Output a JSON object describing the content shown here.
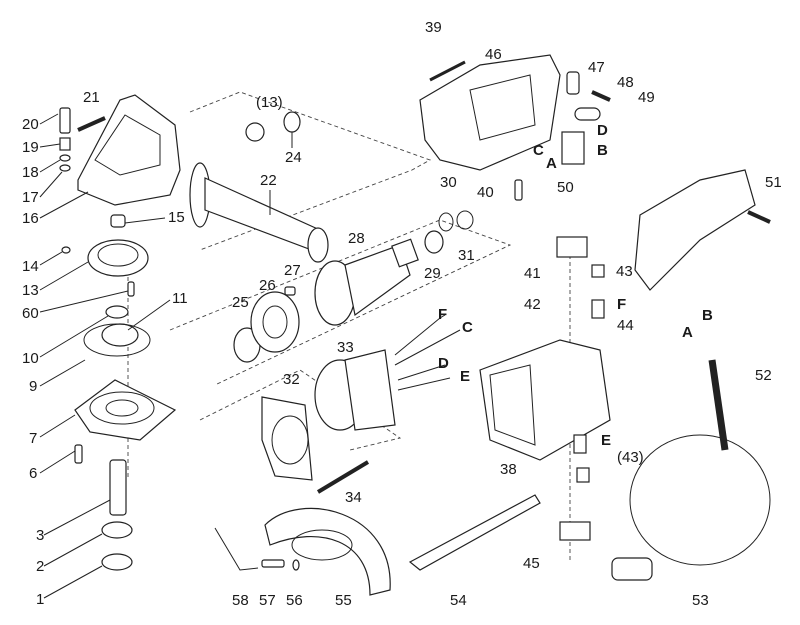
{
  "diagram": {
    "title": "Angle grinder exploded parts diagram",
    "part_labels": [
      {
        "id": "p1",
        "text": "1"
      },
      {
        "id": "p2",
        "text": "2"
      },
      {
        "id": "p3",
        "text": "3"
      },
      {
        "id": "p6",
        "text": "6"
      },
      {
        "id": "p7",
        "text": "7"
      },
      {
        "id": "p9",
        "text": "9"
      },
      {
        "id": "p10",
        "text": "10"
      },
      {
        "id": "p11",
        "text": "11"
      },
      {
        "id": "p60",
        "text": "60"
      },
      {
        "id": "p13",
        "text": "13"
      },
      {
        "id": "p14",
        "text": "14"
      },
      {
        "id": "p15",
        "text": "15"
      },
      {
        "id": "p16",
        "text": "16"
      },
      {
        "id": "p17",
        "text": "17"
      },
      {
        "id": "p18",
        "text": "18"
      },
      {
        "id": "p19",
        "text": "19"
      },
      {
        "id": "p20",
        "text": "20"
      },
      {
        "id": "p21",
        "text": "21"
      },
      {
        "id": "p13b",
        "text": "(13)"
      },
      {
        "id": "p22",
        "text": "22"
      },
      {
        "id": "p24",
        "text": "24"
      },
      {
        "id": "p25",
        "text": "25"
      },
      {
        "id": "p26",
        "text": "26"
      },
      {
        "id": "p27",
        "text": "27"
      },
      {
        "id": "p28",
        "text": "28"
      },
      {
        "id": "p29",
        "text": "29"
      },
      {
        "id": "p30",
        "text": "30"
      },
      {
        "id": "p31",
        "text": "31"
      },
      {
        "id": "p32",
        "text": "32"
      },
      {
        "id": "p33",
        "text": "33"
      },
      {
        "id": "p34",
        "text": "34"
      },
      {
        "id": "p38",
        "text": "38"
      },
      {
        "id": "p39",
        "text": "39"
      },
      {
        "id": "p40",
        "text": "40"
      },
      {
        "id": "p41",
        "text": "41"
      },
      {
        "id": "p42",
        "text": "42"
      },
      {
        "id": "p43",
        "text": "43"
      },
      {
        "id": "p43b",
        "text": "(43)"
      },
      {
        "id": "p44",
        "text": "44"
      },
      {
        "id": "p45",
        "text": "45"
      },
      {
        "id": "p46",
        "text": "46"
      },
      {
        "id": "p47",
        "text": "47"
      },
      {
        "id": "p48",
        "text": "48"
      },
      {
        "id": "p49",
        "text": "49"
      },
      {
        "id": "p50",
        "text": "50"
      },
      {
        "id": "p51",
        "text": "51"
      },
      {
        "id": "p52",
        "text": "52"
      },
      {
        "id": "p53",
        "text": "53"
      },
      {
        "id": "p54",
        "text": "54"
      },
      {
        "id": "p55",
        "text": "55"
      },
      {
        "id": "p56",
        "text": "56"
      },
      {
        "id": "p57",
        "text": "57"
      },
      {
        "id": "p58",
        "text": "58"
      }
    ],
    "wire_labels": {
      "switch_D": "D",
      "switch_C": "C",
      "switch_B": "B",
      "switch_A": "A",
      "stator_F": "F",
      "stator_C": "C",
      "stator_D": "D",
      "stator_E": "E",
      "brush_F": "F",
      "brush_E": "E",
      "cord_A": "A",
      "cord_B": "B"
    }
  }
}
